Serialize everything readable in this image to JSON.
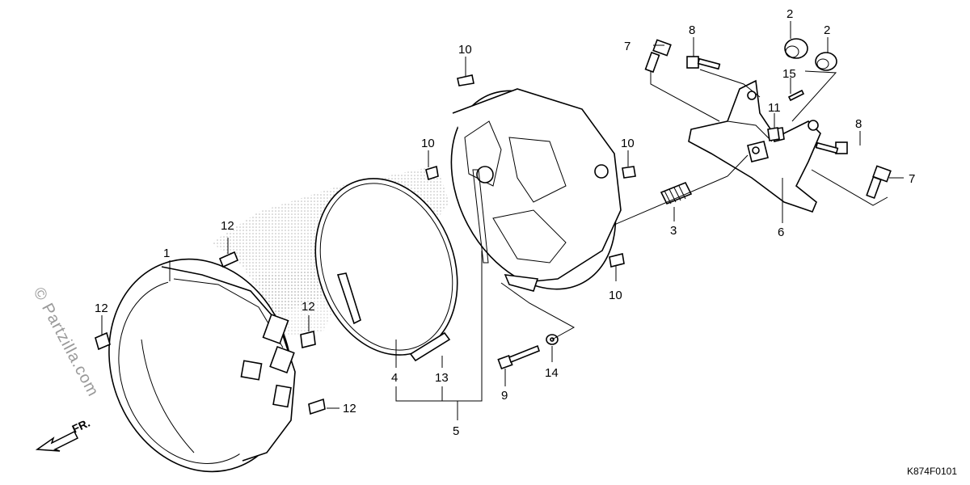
{
  "diagram": {
    "drawing_code": "K874F0101",
    "watermark": "© Partzilla.com",
    "direction_label": "FR.",
    "callouts": [
      {
        "id": "c1",
        "text": "1"
      },
      {
        "id": "c2a",
        "text": "2"
      },
      {
        "id": "c2b",
        "text": "2"
      },
      {
        "id": "c3",
        "text": "3"
      },
      {
        "id": "c4",
        "text": "4"
      },
      {
        "id": "c5",
        "text": "5"
      },
      {
        "id": "c6",
        "text": "6"
      },
      {
        "id": "c7a",
        "text": "7"
      },
      {
        "id": "c7b",
        "text": "7"
      },
      {
        "id": "c8a",
        "text": "8"
      },
      {
        "id": "c8b",
        "text": "8"
      },
      {
        "id": "c9",
        "text": "9"
      },
      {
        "id": "c10a",
        "text": "10"
      },
      {
        "id": "c10b",
        "text": "10"
      },
      {
        "id": "c10c",
        "text": "10"
      },
      {
        "id": "c10d",
        "text": "10"
      },
      {
        "id": "c11",
        "text": "11"
      },
      {
        "id": "c12a",
        "text": "12"
      },
      {
        "id": "c12b",
        "text": "12"
      },
      {
        "id": "c12c",
        "text": "12"
      },
      {
        "id": "c12d",
        "text": "12"
      },
      {
        "id": "c13",
        "text": "13"
      },
      {
        "id": "c14",
        "text": "14"
      },
      {
        "id": "c15",
        "text": "15"
      }
    ]
  }
}
